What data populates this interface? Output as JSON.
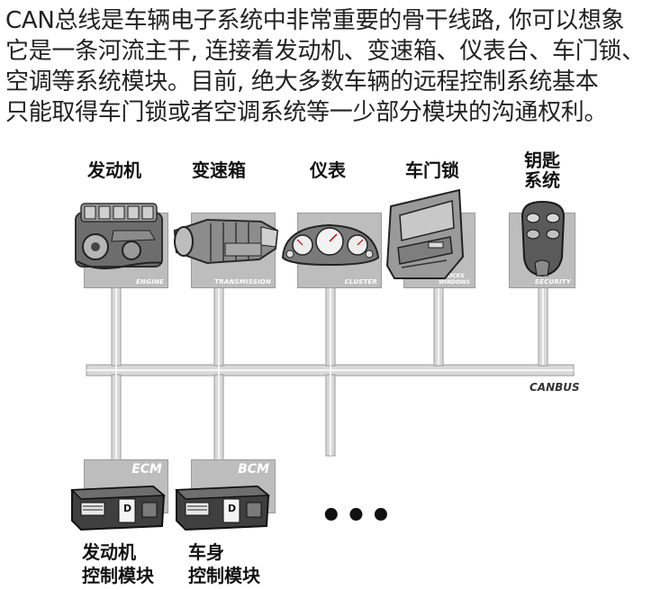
{
  "paragraph": {
    "lines": [
      "CAN总线是车辆电子系统中非常重要的骨干线路, 你可以想象",
      "它是一条河流主干, 连接着发动机、变速箱、仪表台、车门锁、",
      "空调等系统模块。目前, 绝大多数车辆的远程控制系统基本",
      "只能取得车门锁或者空调系统等一少部分模块的沟通权利。"
    ]
  },
  "top_modules": [
    {
      "label_lines": [
        "发动机"
      ],
      "caption": "ENGINE",
      "icon": "engine-icon"
    },
    {
      "label_lines": [
        "变速箱"
      ],
      "caption": "TRANSMISSION",
      "icon": "transmission-icon"
    },
    {
      "label_lines": [
        "仪表"
      ],
      "caption": "CLUSTER",
      "icon": "cluster-icon"
    },
    {
      "label_lines": [
        "车门锁"
      ],
      "caption_lines": [
        "LOCKS",
        "WINDOWS"
      ],
      "icon": "door-icon"
    },
    {
      "label_lines": [
        "钥匙",
        "系统"
      ],
      "caption": "SECURITY",
      "icon": "keyfob-icon"
    }
  ],
  "bus": {
    "label": "CANBUS"
  },
  "bottom_modules": [
    {
      "caption": "ECM",
      "label_lines": [
        "发动机",
        "控制模块"
      ],
      "icon": "ecu-icon",
      "tag": "D"
    },
    {
      "caption": "BCM",
      "label_lines": [
        "车身",
        "控制模块"
      ],
      "icon": "ecu-icon",
      "tag": "D"
    }
  ],
  "ellipsis": "•••"
}
